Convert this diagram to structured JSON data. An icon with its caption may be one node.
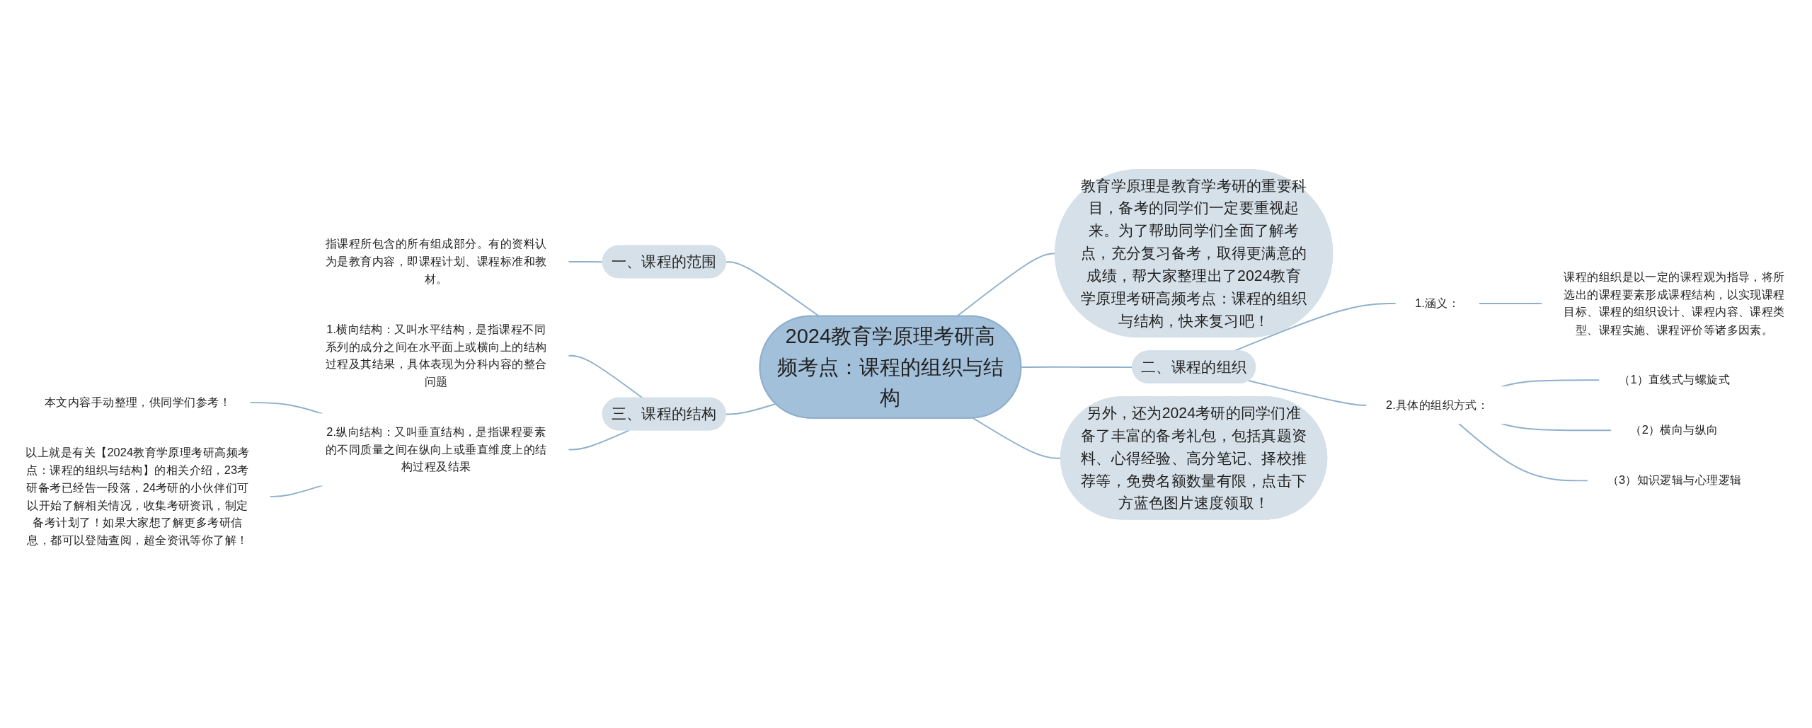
{
  "diagram": {
    "nodes": [
      {
        "text": [
          "2024教育学原理考研高频考点：课程的组织与结构"
        ]
      },
      {
        "text": [
          "教育学原理是教育学考研的重要科目，备考的同学们一定要重视起来。为了帮助同学们全面了解考点，充分复习备考，取得更满意的成绩，帮大家整理出了2024教育学原理考研高频考点：课程的组织与结构，快来复习吧！"
        ]
      },
      {
        "text": [
          "一、课程的范围"
        ]
      },
      {
        "text": [
          "指课程所包含的所有组成部分。有的资料认为是教育内容，即课程计划、课程标准和教材。"
        ]
      },
      {
        "text": [
          "三、课程的结构"
        ]
      },
      {
        "text": [
          "1.横向结构：又叫水平结构，是指课程不同系列的成分之间在水平面上或横向上的结构过程及其结果，具体表现为分科内容的整合问题"
        ]
      },
      {
        "text": [
          "2.纵向结构：又叫垂直结构，是指课程要素的不同质量之间在纵向上或垂直维度上的结构过程及结果"
        ]
      },
      {
        "text": [
          "本文内容手动整理，供同学们参考！"
        ]
      },
      {
        "text": [
          "以上就是有关【2024教育学原理考研高频考点：课程的组织与结构】的相关介绍，23考研备考已经告一段落，24考研的小伙伴们可以开始了解相关情况，收集考研资讯，制定备考计划了！如果大家想了解更多考研信息，都可以登陆查阅，超全资讯等你了解！"
        ]
      },
      {
        "text": [
          "二、课程的组织"
        ]
      },
      {
        "text": [
          "1.涵义："
        ]
      },
      {
        "text": [
          "课程的组织是以一定的课程观为指导，将所选出的课程要素形成课程结构，以实现课程目标、课程的组织设计、课程内容、课程类型、课程实施、课程评价等诸多因素。"
        ]
      },
      {
        "text": [
          "2.具体的组织方式："
        ]
      },
      {
        "text": [
          "（1）直线式与螺旋式"
        ]
      },
      {
        "text": [
          "（2）横向与纵向"
        ]
      },
      {
        "text": [
          "（3）知识逻辑与心理逻辑"
        ]
      },
      {
        "text": [
          "另外，还为2024考研的同学们准备了丰富的备考礼包，包括真题资料、心得经验、高分笔记、择校推荐等，免费名额数量有限，点击下方蓝色图片速度领取！"
        ]
      }
    ],
    "edges": [
      {
        "from": 0,
        "to": 1,
        "arrow": "none"
      },
      {
        "from": 0,
        "to": 2,
        "arrow": "none"
      },
      {
        "from": 2,
        "to": 3,
        "arrow": "none"
      },
      {
        "from": 0,
        "to": 4,
        "arrow": "none"
      },
      {
        "from": 4,
        "to": 5,
        "arrow": "none"
      },
      {
        "from": 4,
        "to": 6,
        "arrow": "none"
      },
      {
        "from": 6,
        "to": 7,
        "arrow": "none"
      },
      {
        "from": 6,
        "to": 8,
        "arrow": "none"
      },
      {
        "from": 0,
        "to": 9,
        "arrow": "none"
      },
      {
        "from": 9,
        "to": 10,
        "arrow": "none"
      },
      {
        "from": 10,
        "to": 11,
        "arrow": "none"
      },
      {
        "from": 9,
        "to": 12,
        "arrow": "none"
      },
      {
        "from": 12,
        "to": 13,
        "arrow": "none"
      },
      {
        "from": 12,
        "to": 14,
        "arrow": "none"
      },
      {
        "from": 12,
        "to": 15,
        "arrow": "none"
      },
      {
        "from": 0,
        "to": 16,
        "arrow": "none"
      }
    ]
  }
}
